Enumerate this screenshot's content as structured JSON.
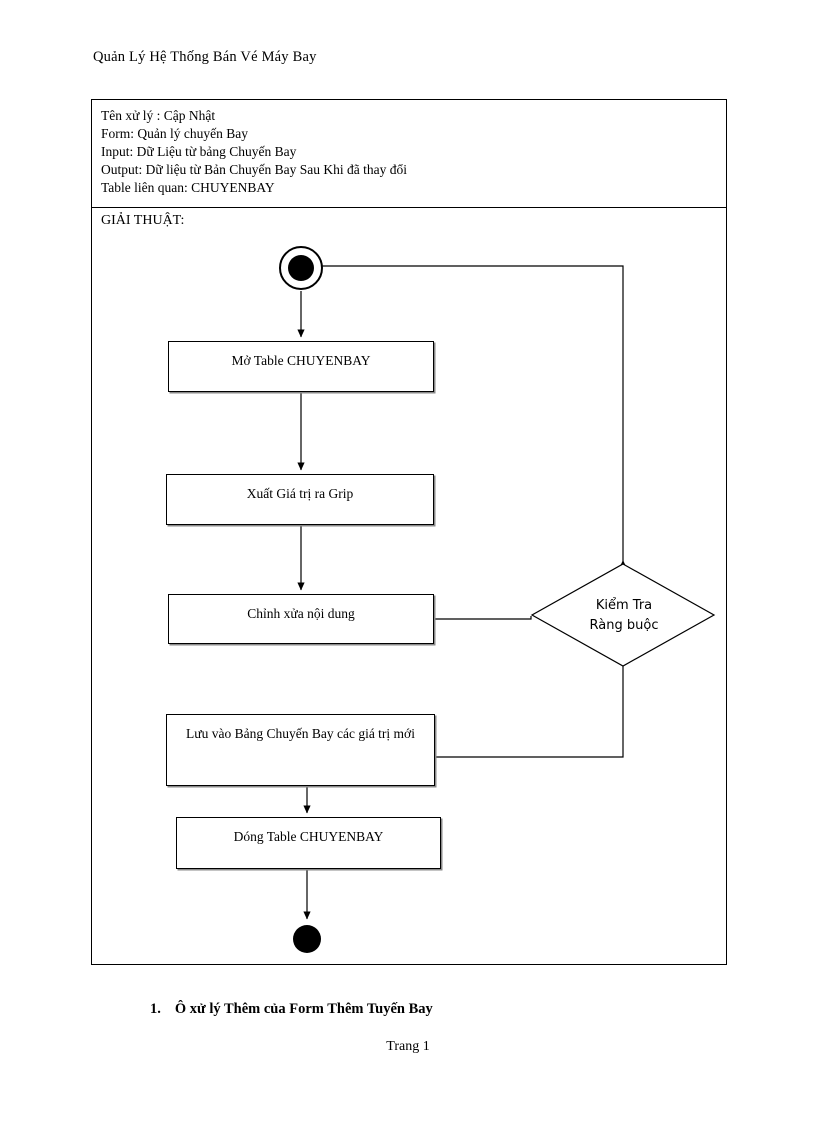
{
  "document": {
    "title": "Quản Lý Hệ Thống Bán Vé Máy Bay",
    "page_number": "Trang 1"
  },
  "spec_header": {
    "lines": [
      "Tên xử lý : Cập Nhật",
      "Form:  Quản lý chuyến Bay",
      "Input:  Dữ Liệu từ bảng Chuyến Bay",
      "Output: Dữ liệu từ Bản Chuyến Bay Sau Khi đã thay đổi",
      "Table liên quan: CHUYENBAY"
    ]
  },
  "algorithm": {
    "label": "GIẢI THUẬT:"
  },
  "flowchart": {
    "type": "activity-diagram",
    "nodes": [
      {
        "id": "start",
        "kind": "initial-node",
        "label": ""
      },
      {
        "id": "open-table",
        "kind": "action",
        "label": "Mở Table CHUYENBAY"
      },
      {
        "id": "output-grid",
        "kind": "action",
        "label": "Xuất Giá trị ra Grip"
      },
      {
        "id": "edit-content",
        "kind": "action",
        "label": "Chỉnh xửa nội dung"
      },
      {
        "id": "check-constraint",
        "kind": "decision",
        "label_line_1": "Kiểm Tra",
        "label_line_2": "Ràng buộc"
      },
      {
        "id": "save-values",
        "kind": "action",
        "label": "Lưu vào Bảng Chuyến Bay các giá trị mới"
      },
      {
        "id": "close-table",
        "kind": "action",
        "label": "Dóng Table CHUYENBAY"
      },
      {
        "id": "end",
        "kind": "final-node",
        "label": ""
      }
    ]
  },
  "footer": {
    "item_number": "1.",
    "item_text": "Ô xử lý Thêm của Form Thêm Tuyến Bay"
  },
  "colors": {
    "ink": "#000000",
    "paper": "#ffffff",
    "shadow": "#8a8a8a"
  }
}
